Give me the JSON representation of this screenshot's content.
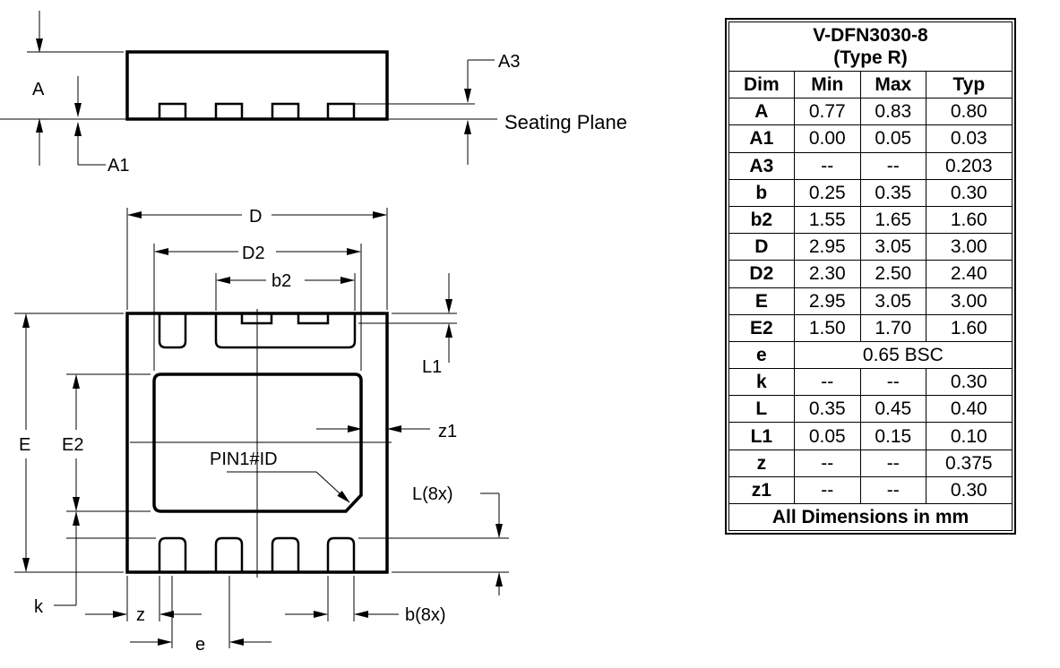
{
  "labels": {
    "A": "A",
    "A1": "A1",
    "A3": "A3",
    "seating_plane": "Seating Plane",
    "D": "D",
    "D2": "D2",
    "b2": "b2",
    "L1": "L1",
    "z1": "z1",
    "E": "E",
    "E2": "E2",
    "pin1": "PIN1#ID",
    "L8x": "L(8x)",
    "k": "k",
    "z": "z",
    "b8x": "b(8x)",
    "e": "e"
  },
  "table": {
    "title_line1": "V-DFN3030-8",
    "title_line2": "(Type R)",
    "headers": [
      "Dim",
      "Min",
      "Max",
      "Typ"
    ],
    "rows": [
      {
        "dim": "A",
        "min": "0.77",
        "max": "0.83",
        "typ": "0.80"
      },
      {
        "dim": "A1",
        "min": "0.00",
        "max": "0.05",
        "typ": "0.03"
      },
      {
        "dim": "A3",
        "min": "--",
        "max": "--",
        "typ": "0.203"
      },
      {
        "dim": "b",
        "min": "0.25",
        "max": "0.35",
        "typ": "0.30"
      },
      {
        "dim": "b2",
        "min": "1.55",
        "max": "1.65",
        "typ": "1.60"
      },
      {
        "dim": "D",
        "min": "2.95",
        "max": "3.05",
        "typ": "3.00"
      },
      {
        "dim": "D2",
        "min": "2.30",
        "max": "2.50",
        "typ": "2.40"
      },
      {
        "dim": "E",
        "min": "2.95",
        "max": "3.05",
        "typ": "3.00"
      },
      {
        "dim": "E2",
        "min": "1.50",
        "max": "1.70",
        "typ": "1.60"
      },
      {
        "dim": "e",
        "span": "0.65 BSC"
      },
      {
        "dim": "k",
        "min": "--",
        "max": "--",
        "typ": "0.30"
      },
      {
        "dim": "L",
        "min": "0.35",
        "max": "0.45",
        "typ": "0.40"
      },
      {
        "dim": "L1",
        "min": "0.05",
        "max": "0.15",
        "typ": "0.10"
      },
      {
        "dim": "z",
        "min": "--",
        "max": "--",
        "typ": "0.375"
      },
      {
        "dim": "z1",
        "min": "--",
        "max": "--",
        "typ": "0.30"
      }
    ],
    "footer": "All Dimensions in mm"
  }
}
